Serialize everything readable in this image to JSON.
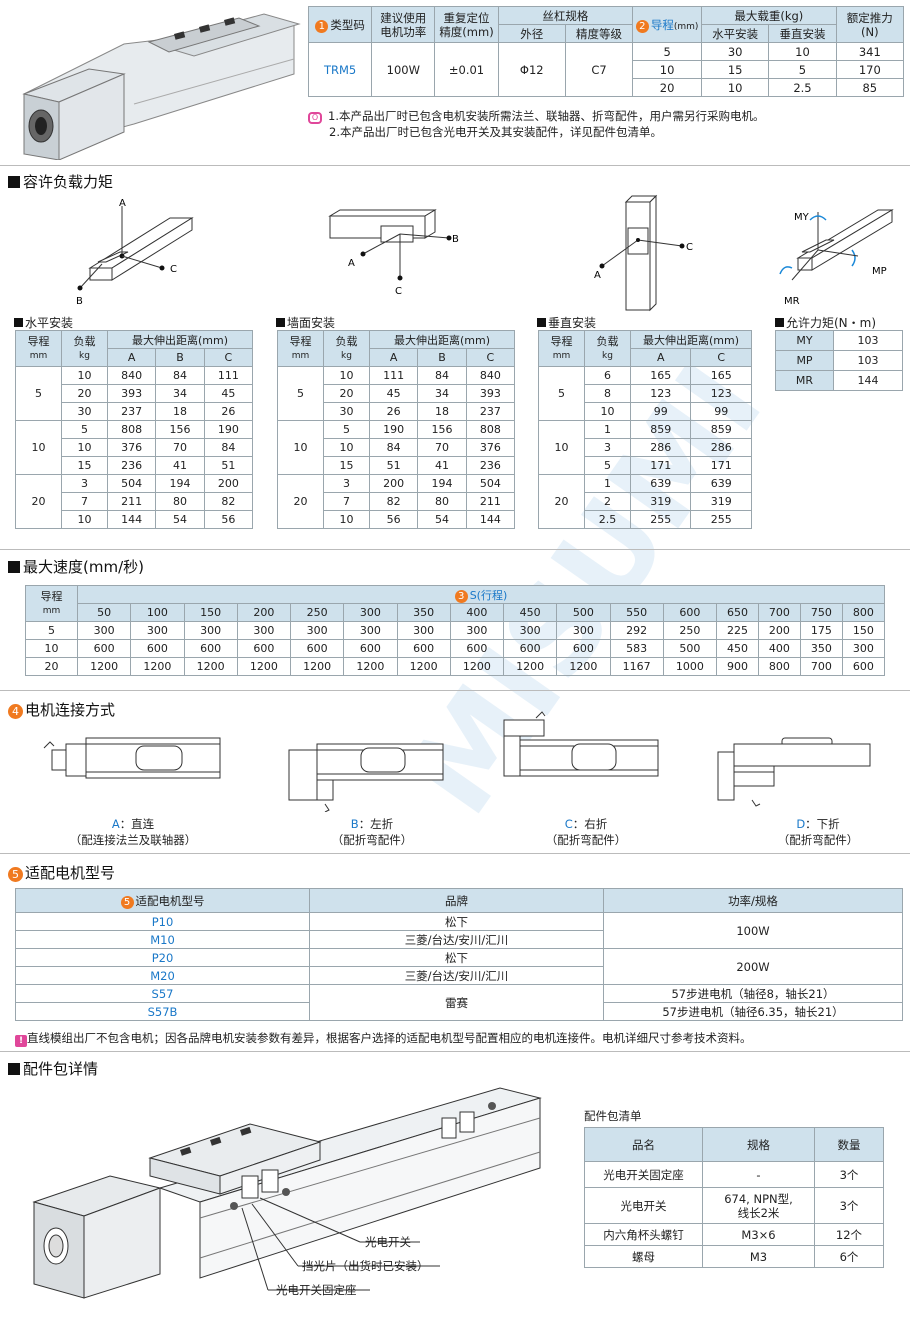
{
  "spec": {
    "headers": [
      "类型码",
      "建议使用\n电机功率",
      "重复定位\n精度(mm)",
      "丝杠规格",
      "外径",
      "精度等级",
      "导程",
      "(mm)",
      "最大载重(kg)",
      "水平安装",
      "垂直安装",
      "额定推力\n(N)"
    ],
    "badge1": "1",
    "badge2": "2",
    "type": "TRM5",
    "power": "100W",
    "precision": "±0.01",
    "diameter": "Φ12",
    "grade": "C7",
    "rows": [
      {
        "lead": "5",
        "h": "30",
        "v": "10",
        "thrust": "341"
      },
      {
        "lead": "10",
        "h": "15",
        "v": "5",
        "thrust": "170"
      },
      {
        "lead": "20",
        "h": "10",
        "v": "2.5",
        "thrust": "85"
      }
    ],
    "note_icon": "O",
    "notes": [
      "1.本产品出厂时已包含电机安装所需法兰、联轴器、折弯配件，用户需另行采购电机。",
      "2.本产品出厂时已包含光电开关及其安装配件，详见配件包清单。"
    ]
  },
  "moment": {
    "title": "容许负载力矩",
    "fig_labels": {
      "A": "A",
      "B": "B",
      "C": "C",
      "MY": "MY",
      "MP": "MP",
      "MR": "MR"
    },
    "horizontal": {
      "title": "水平安装",
      "h_lead": "导程",
      "h_unit": "mm",
      "h_load": "负载",
      "h_kg": "kg",
      "h_dist": "最大伸出距离(mm)",
      "cols": [
        "A",
        "B",
        "C"
      ],
      "groups": [
        {
          "lead": "5",
          "rows": [
            [
              "10",
              "840",
              "84",
              "111"
            ],
            [
              "20",
              "393",
              "34",
              "45"
            ],
            [
              "30",
              "237",
              "18",
              "26"
            ]
          ]
        },
        {
          "lead": "10",
          "rows": [
            [
              "5",
              "808",
              "156",
              "190"
            ],
            [
              "10",
              "376",
              "70",
              "84"
            ],
            [
              "15",
              "236",
              "41",
              "51"
            ]
          ]
        },
        {
          "lead": "20",
          "rows": [
            [
              "3",
              "504",
              "194",
              "200"
            ],
            [
              "7",
              "211",
              "80",
              "82"
            ],
            [
              "10",
              "144",
              "54",
              "56"
            ]
          ]
        }
      ]
    },
    "wall": {
      "title": "墙面安装",
      "h_lead": "导程",
      "h_unit": "mm",
      "h_load": "负载",
      "h_kg": "kg",
      "h_dist": "最大伸出距离(mm)",
      "cols": [
        "A",
        "B",
        "C"
      ],
      "groups": [
        {
          "lead": "5",
          "rows": [
            [
              "10",
              "111",
              "84",
              "840"
            ],
            [
              "20",
              "45",
              "34",
              "393"
            ],
            [
              "30",
              "26",
              "18",
              "237"
            ]
          ]
        },
        {
          "lead": "10",
          "rows": [
            [
              "5",
              "190",
              "156",
              "808"
            ],
            [
              "10",
              "84",
              "70",
              "376"
            ],
            [
              "15",
              "51",
              "41",
              "236"
            ]
          ]
        },
        {
          "lead": "20",
          "rows": [
            [
              "3",
              "200",
              "194",
              "504"
            ],
            [
              "7",
              "82",
              "80",
              "211"
            ],
            [
              "10",
              "56",
              "54",
              "144"
            ]
          ]
        }
      ]
    },
    "vertical": {
      "title": "垂直安装",
      "h_lead": "导程",
      "h_unit": "mm",
      "h_load": "负载",
      "h_kg": "kg",
      "h_dist": "最大伸出距离(mm)",
      "cols": [
        "A",
        "C"
      ],
      "groups": [
        {
          "lead": "5",
          "rows": [
            [
              "6",
              "165",
              "165"
            ],
            [
              "8",
              "123",
              "123"
            ],
            [
              "10",
              "99",
              "99"
            ]
          ]
        },
        {
          "lead": "10",
          "rows": [
            [
              "1",
              "859",
              "859"
            ],
            [
              "3",
              "286",
              "286"
            ],
            [
              "5",
              "171",
              "171"
            ]
          ]
        },
        {
          "lead": "20",
          "rows": [
            [
              "1",
              "639",
              "639"
            ],
            [
              "2",
              "319",
              "319"
            ],
            [
              "2.5",
              "255",
              "255"
            ]
          ]
        }
      ]
    },
    "allow": {
      "title": "允许力矩(N・m)",
      "rows": [
        [
          "MY",
          "103"
        ],
        [
          "MP",
          "103"
        ],
        [
          "MR",
          "144"
        ]
      ]
    }
  },
  "speed": {
    "title": "最大速度(mm/秒)",
    "h_lead": "导程",
    "h_unit": "mm",
    "badge": "3",
    "h_stroke": "S(行程)",
    "strokes": [
      "50",
      "100",
      "150",
      "200",
      "250",
      "300",
      "350",
      "400",
      "450",
      "500",
      "550",
      "600",
      "650",
      "700",
      "750",
      "800"
    ],
    "rows": [
      {
        "lead": "5",
        "vals": [
          "300",
          "300",
          "300",
          "300",
          "300",
          "300",
          "300",
          "300",
          "300",
          "300",
          "292",
          "250",
          "225",
          "200",
          "175",
          "150"
        ]
      },
      {
        "lead": "10",
        "vals": [
          "600",
          "600",
          "600",
          "600",
          "600",
          "600",
          "600",
          "600",
          "600",
          "600",
          "583",
          "500",
          "450",
          "400",
          "350",
          "300"
        ]
      },
      {
        "lead": "20",
        "vals": [
          "1200",
          "1200",
          "1200",
          "1200",
          "1200",
          "1200",
          "1200",
          "1200",
          "1200",
          "1200",
          "1167",
          "1000",
          "900",
          "800",
          "700",
          "600"
        ]
      }
    ]
  },
  "connect": {
    "badge": "4",
    "title": "电机连接方式",
    "items": [
      {
        "code": "A",
        "label": "：直连",
        "sub": "（配连接法兰及联轴器）"
      },
      {
        "code": "B",
        "label": "：左折",
        "sub": "（配折弯配件）"
      },
      {
        "code": "C",
        "label": "：右折",
        "sub": "（配折弯配件）"
      },
      {
        "code": "D",
        "label": "：下折",
        "sub": "（配折弯配件）"
      }
    ]
  },
  "motor": {
    "badge": "5",
    "title": "适配电机型号",
    "headers": [
      "适配电机型号",
      "品牌",
      "功率/规格"
    ],
    "rows": [
      {
        "model": "P10",
        "brand": "松下"
      },
      {
        "model": "M10",
        "brand": "三菱/台达/安川/汇川"
      },
      {
        "model": "P20",
        "brand": "松下"
      },
      {
        "model": "M20",
        "brand": "三菱/台达/安川/汇川"
      },
      {
        "model": "S57",
        "brand": "雷赛"
      },
      {
        "model": "S57B",
        "brand": ""
      }
    ],
    "specs": [
      "100W",
      "200W",
      "57步进电机（轴径8，轴长21）",
      "57步进电机（轴径6.35，轴长21）"
    ],
    "note_icon": "!",
    "note": "直线模组出厂不包含电机；因各品牌电机安装参数有差异，根据客户选择的适配电机型号配置相应的电机连接件。电机详细尺寸参考技术资料。"
  },
  "parts": {
    "title": "配件包详情",
    "callouts": [
      "光电开关",
      "挡光片（出货时已安装）",
      "光电开关固定座"
    ],
    "list_title": "配件包清单",
    "headers": [
      "品名",
      "规格",
      "数量"
    ],
    "rows": [
      {
        "name": "光电开关固定座",
        "spec": "-",
        "qty": "3个"
      },
      {
        "name": "光电开关",
        "spec": "674, NPN型,\n线长2米",
        "qty": "3个"
      },
      {
        "name": "内六角杯头螺钉",
        "spec": "M3×6",
        "qty": "12个"
      },
      {
        "name": "螺母",
        "spec": "M3",
        "qty": "6个"
      }
    ]
  }
}
